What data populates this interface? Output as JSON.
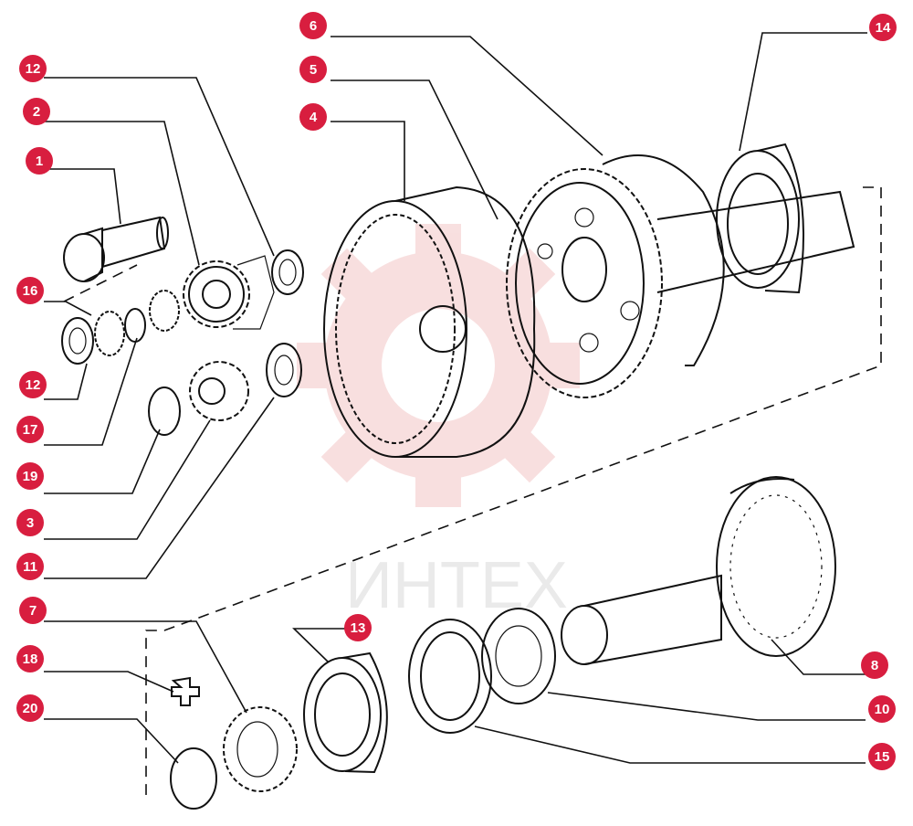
{
  "watermark": {
    "text": "ИНТЕХ",
    "color": "#e8b4b4"
  },
  "colors": {
    "callout": "#d81e3f",
    "ink": "#111111",
    "background": "#ffffff"
  },
  "callouts": [
    {
      "id": "c6",
      "label": "6"
    },
    {
      "id": "c14",
      "label": "14"
    },
    {
      "id": "c12a",
      "label": "12"
    },
    {
      "id": "c5",
      "label": "5"
    },
    {
      "id": "c2",
      "label": "2"
    },
    {
      "id": "c4",
      "label": "4"
    },
    {
      "id": "c1",
      "label": "1"
    },
    {
      "id": "c16",
      "label": "16"
    },
    {
      "id": "c12b",
      "label": "12"
    },
    {
      "id": "c17",
      "label": "17"
    },
    {
      "id": "c19",
      "label": "19"
    },
    {
      "id": "c3",
      "label": "3"
    },
    {
      "id": "c11",
      "label": "11"
    },
    {
      "id": "c7",
      "label": "7"
    },
    {
      "id": "c13",
      "label": "13"
    },
    {
      "id": "c18",
      "label": "18"
    },
    {
      "id": "c8",
      "label": "8"
    },
    {
      "id": "c20",
      "label": "20"
    },
    {
      "id": "c10",
      "label": "10"
    },
    {
      "id": "c15",
      "label": "15"
    }
  ]
}
